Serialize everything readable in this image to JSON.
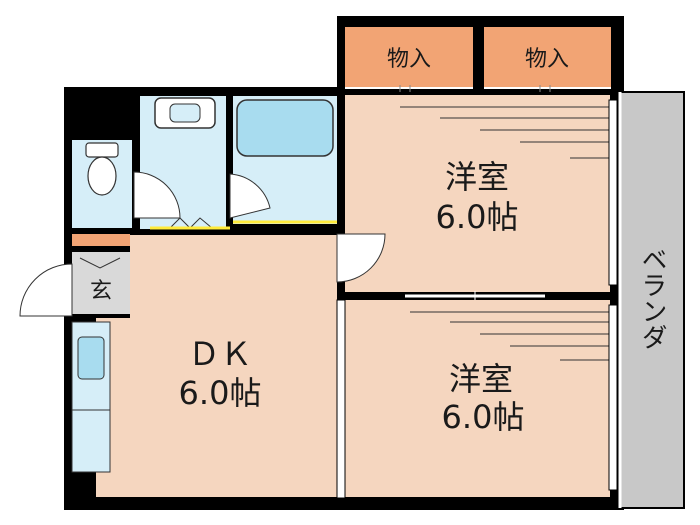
{
  "rooms": {
    "storage_left": "物入",
    "storage_right": "物入",
    "western_upper": {
      "name": "洋室",
      "size": "6.0帖"
    },
    "western_lower": {
      "name": "洋室",
      "size": "6.0帖"
    },
    "dk": {
      "name": "ＤＫ",
      "size": "6.0帖"
    },
    "entrance": "玄",
    "veranda": "ベランダ"
  },
  "colors": {
    "wall": "#000000",
    "room_floor": "#f5d6bf",
    "storage_floor": "#f2a474",
    "wet_area": "#d6eef8",
    "fixture": "#a8dcef",
    "veranda": "#c8c8c8",
    "entrance_floor": "#d9d9d9",
    "accent_line": "#ffeb3b"
  }
}
